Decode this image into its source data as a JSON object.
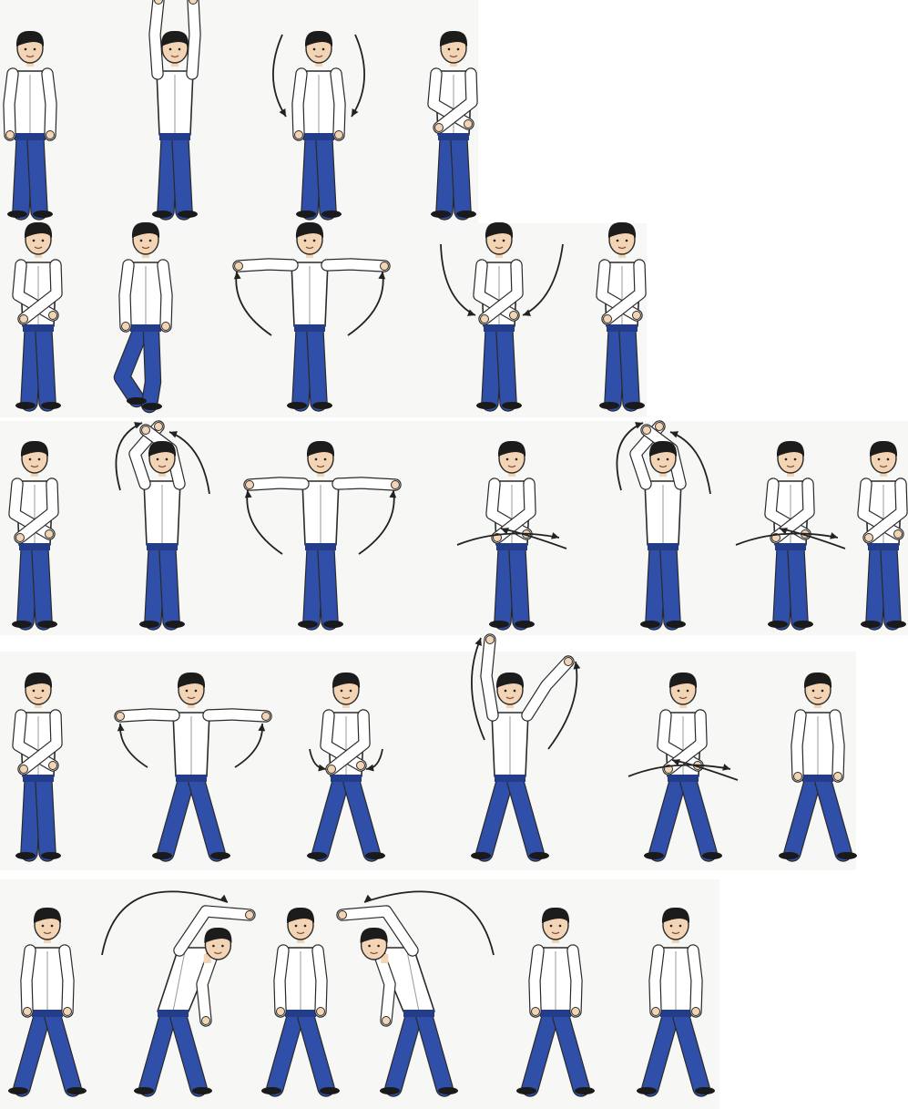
{
  "colors": {
    "background": "#ffffff",
    "panel": "#f7f7f5",
    "shirt": "#ffffff",
    "shirt_outline": "#2a2a2a",
    "pants": "#2f4fa8",
    "pants_shade": "#233d8a",
    "skin": "#f3d4b4",
    "hair": "#1c1c1c",
    "shoes": "#1a1a1a",
    "arrow": "#222222"
  },
  "rows": [
    {
      "poses": [
        "standing-arms-down",
        "arms-raised-overhead",
        "arms-circle-down",
        "arms-crossed-front"
      ]
    },
    {
      "poses": [
        "arms-crossed-front",
        "knee-lift",
        "arms-out-side",
        "arms-circle-down-front",
        "arms-crossed-front"
      ]
    },
    {
      "poses": [
        "arms-crossed-front",
        "arms-raised-cross-overhead",
        "arms-out-side",
        "arms-swing-waist",
        "arms-raised-cross-overhead",
        "arms-swing-waist",
        "arms-crossed-front"
      ]
    },
    {
      "poses": [
        "arms-crossed-front",
        "wide-stance-arms-out",
        "wide-stance-arms-crossed",
        "wide-stance-arms-diagonal-up",
        "wide-stance-arms-swing-waist",
        "wide-stance-arms-down"
      ]
    },
    {
      "poses": [
        "wide-stance-arms-down",
        "side-bend-right",
        "wide-stance-arms-down",
        "side-bend-left",
        "wide-stance-arms-down",
        "wide-stance-arms-down"
      ]
    }
  ]
}
